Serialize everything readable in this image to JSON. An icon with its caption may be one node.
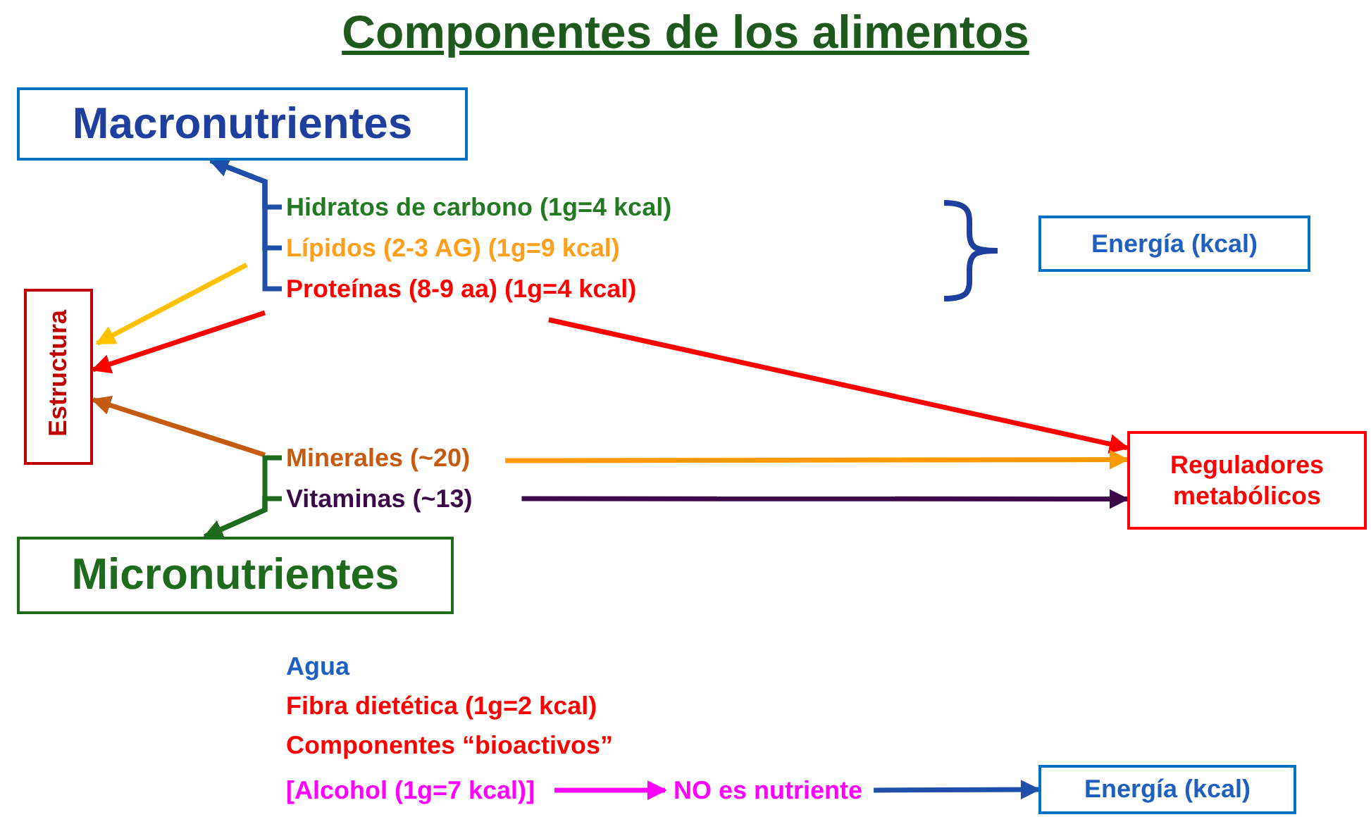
{
  "diagram": {
    "title": "Componentes de los alimentos",
    "nodes": [
      {
        "text": [
          "Macronutrientes"
        ]
      },
      {
        "text": [
          "Hidratos de carbono (1g=4 kcal)"
        ]
      },
      {
        "text": [
          "Lípidos (2-3 AG) (1g=9 kcal)"
        ]
      },
      {
        "text": [
          "Proteínas (8-9 aa) (1g=4 kcal)"
        ]
      },
      {
        "text": [
          "Energía (kcal)"
        ]
      },
      {
        "text": [
          "Estructura"
        ]
      },
      {
        "text": [
          "Minerales (~20)"
        ]
      },
      {
        "text": [
          "Vitaminas (~13)"
        ]
      },
      {
        "text": [
          "Reguladores metabólicos"
        ]
      },
      {
        "text": [
          "Micronutrientes"
        ]
      },
      {
        "text": [
          "Agua"
        ]
      },
      {
        "text": [
          "Fibra dietética (1g=2 kcal)"
        ]
      },
      {
        "text": [
          "Componentes “bioactivos”"
        ]
      },
      {
        "text": [
          "[Alcohol (1g=7 kcal)]"
        ]
      },
      {
        "text": [
          "NO es nutriente"
        ]
      },
      {
        "text": [
          "Energía (kcal)"
        ]
      }
    ],
    "edges": [
      {
        "from": 1,
        "to": 0,
        "arrow": "to",
        "color": "#1f4fa8"
      },
      {
        "from": 2,
        "to": 0,
        "arrow": "to",
        "color": "#1f4fa8"
      },
      {
        "from": 3,
        "to": 0,
        "arrow": "to",
        "color": "#1f4fa8"
      },
      {
        "from": 2,
        "to": 5,
        "arrow": "to",
        "color": "#ffc000"
      },
      {
        "from": 3,
        "to": 5,
        "arrow": "to",
        "color": "#ff0000"
      },
      {
        "from": 3,
        "to": 8,
        "arrow": "to",
        "color": "#ff0000"
      },
      {
        "from": 6,
        "to": 5,
        "arrow": "to",
        "color": "#c55a11"
      },
      {
        "from": 6,
        "to": 9,
        "arrow": "to",
        "color": "#1e6b1e"
      },
      {
        "from": 7,
        "to": 9,
        "arrow": "to",
        "color": "#1e6b1e"
      },
      {
        "from": 6,
        "to": 8,
        "arrow": "to",
        "color": "#ff9900"
      },
      {
        "from": 7,
        "to": 8,
        "arrow": "to",
        "color": "#3c0a49"
      },
      {
        "from": 13,
        "to": 14,
        "arrow": "to",
        "color": "#ff00ff"
      },
      {
        "from": 14,
        "to": 15,
        "arrow": "to",
        "color": "#1f4fa8"
      }
    ]
  }
}
